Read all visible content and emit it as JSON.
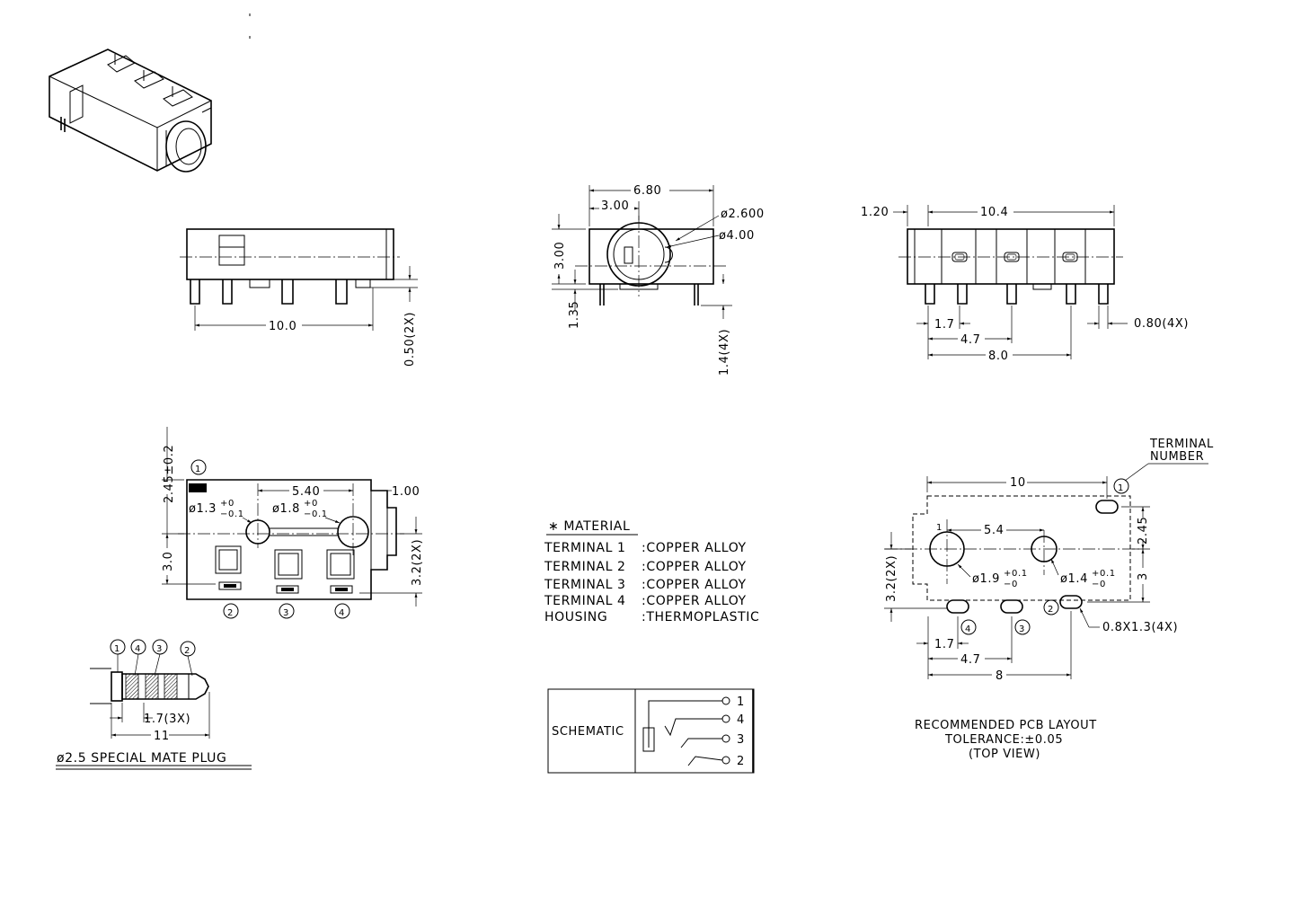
{
  "front_view": {
    "dim_10_0": "10.0",
    "dim_0_50_2x": "0.50(2X)"
  },
  "side_view": {
    "dim_6_80": "6.80",
    "dim_3_00_top": "3.00",
    "dim_3_00_left": "3.00",
    "dim_d2_600": "ø2.600",
    "dim_d4_00": "ø4.00",
    "dim_1_35": "1.35",
    "dim_1_4_4x": "1.4(4X)"
  },
  "rear_view": {
    "dim_1_20": "1.20",
    "dim_10_4": "10.4",
    "dim_1_7": "1.7",
    "dim_4_7": "4.7",
    "dim_8_0": "8.0",
    "dim_0_80_4x": "0.80(4X)"
  },
  "bottom_view": {
    "dim_2_45_pm": "2.45±0.2",
    "dim_5_40": "5.40",
    "dim_1_00": "1.00",
    "hole1_main": "ø1.3",
    "hole1_sup": "+0",
    "hole1_sub": "−0.1",
    "hole2_main": "ø1.8",
    "hole2_sup": "+0",
    "hole2_sub": "−0.1",
    "dim_3_0": "3.0",
    "dim_3_2_2x": "3.2(2X)",
    "terminal_top": "1",
    "terminal_a": "2",
    "terminal_b": "3",
    "terminal_c": "4"
  },
  "plug": {
    "title": "ø2.5 SPECIAL MATE PLUG",
    "dim_1_7_3x": "1.7(3X)",
    "dim_11": "11",
    "ring_labels": [
      "1",
      "4",
      "3",
      "2"
    ]
  },
  "material": {
    "title": "∗ MATERIAL",
    "rows": [
      {
        "part": "TERMINAL 1",
        "value": ":COPPER ALLOY"
      },
      {
        "part": "TERMINAL 2",
        "value": ":COPPER ALLOY"
      },
      {
        "part": "TERMINAL 3",
        "value": ":COPPER ALLOY"
      },
      {
        "part": "TERMINAL 4",
        "value": ":COPPER ALLOY"
      },
      {
        "part": "HOUSING",
        "value": ":THERMOPLASTIC"
      }
    ]
  },
  "schematic": {
    "label": "SCHEMATIC",
    "pins": [
      "1",
      "4",
      "3",
      "2"
    ]
  },
  "pcb_layout": {
    "terminal_number_line1": "TERMINAL",
    "terminal_number_line2": "NUMBER",
    "dim_10": "10",
    "dim_5_4": "5.4",
    "dim_2_45": "2.45",
    "dim_3": "3",
    "dim_3_2_2x": "3.2(2X)",
    "hole1_main": "ø1.9",
    "hole1_sup": "+0.1",
    "hole1_sub": "−0",
    "hole2_main": "ø1.4",
    "hole2_sup": "+0.1",
    "hole2_sub": "−0",
    "dim_0_8x1_3_4x": "0.8X1.3(4X)",
    "dim_1_7": "1.7",
    "dim_4_7": "4.7",
    "dim_8": "8",
    "pad_labels": [
      "1",
      "1",
      "4",
      "3",
      "2"
    ],
    "caption_line1": "RECOMMENDED PCB LAYOUT",
    "caption_line2": "TOLERANCE:±0.05",
    "caption_line3": "(TOP VIEW)"
  }
}
